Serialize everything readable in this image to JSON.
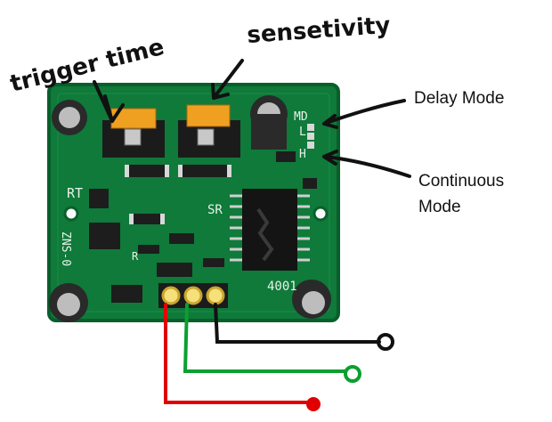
{
  "annotations": {
    "trigger_time": "trigger time",
    "sensitivity": "sensetivity",
    "delay_mode": "Delay Mode",
    "continuous_mode_line1": "Continuous",
    "continuous_mode_line2": "Mode"
  },
  "board": {
    "silkscreen": {
      "md": "MD",
      "l": "L",
      "h": "H",
      "rt": "RT",
      "sr": "SR",
      "r": "R",
      "chip_code": "4001",
      "side_text": "ZNS-0"
    }
  },
  "wires": [
    {
      "color": "#e00000",
      "name": "red"
    },
    {
      "color": "#0aa030",
      "name": "green"
    },
    {
      "color": "#111111",
      "name": "black"
    }
  ],
  "colors": {
    "pcb": "#0f7a3a",
    "pcb_dark": "#0a5e2b",
    "pot_orange": "#f0a020"
  }
}
